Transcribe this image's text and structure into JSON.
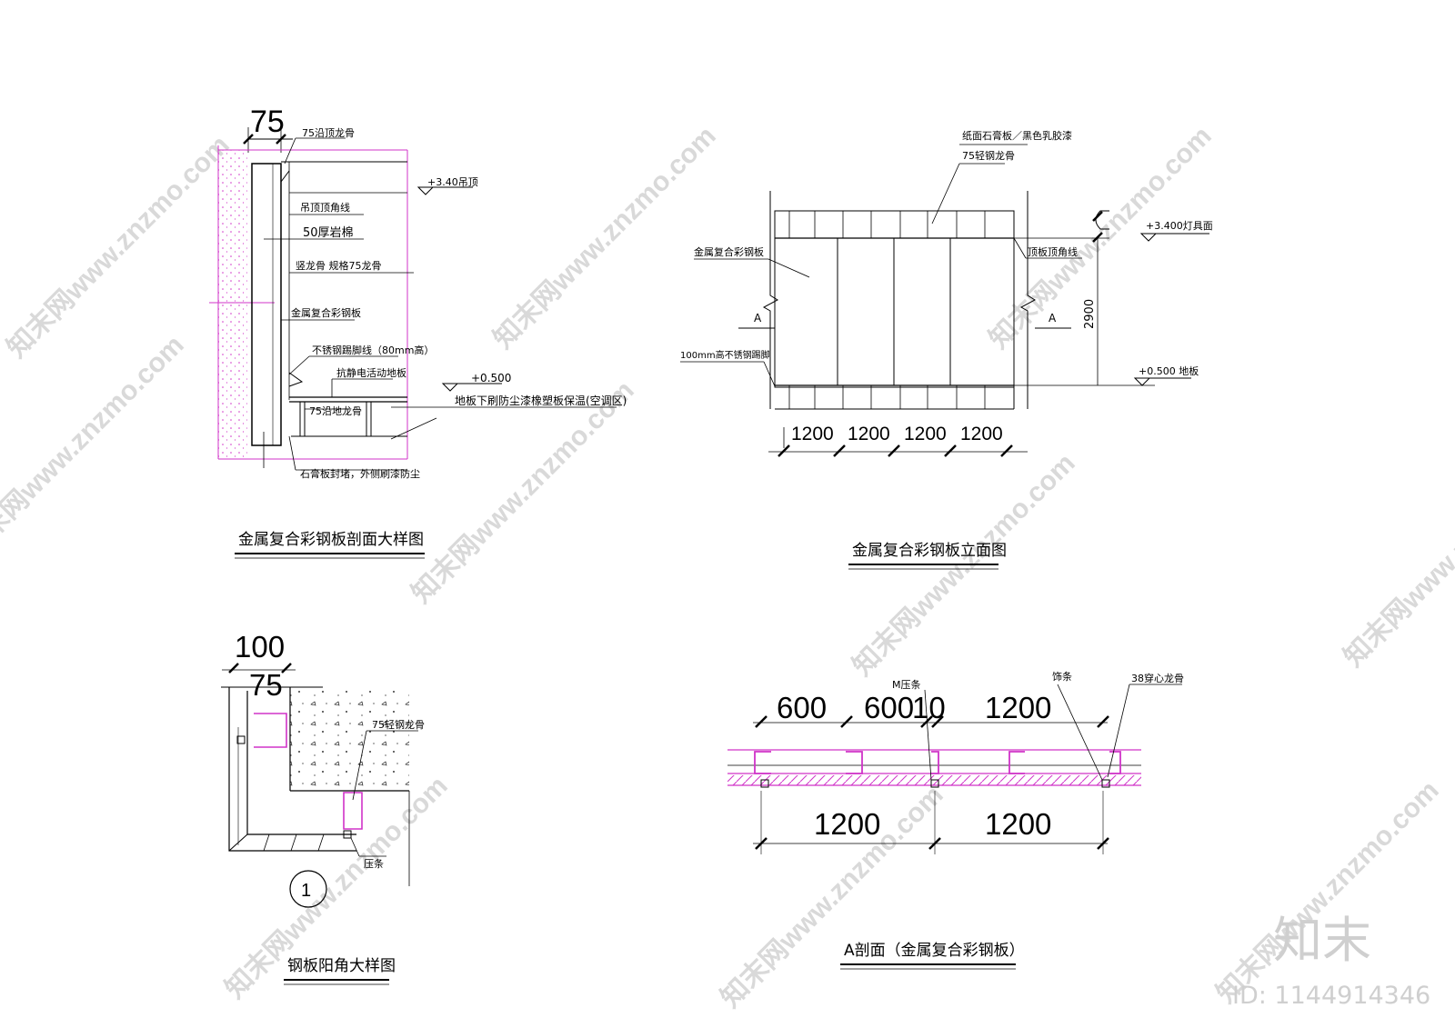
{
  "watermark": {
    "text": "知末网www.znzmo.com",
    "brand": "知末",
    "id_label": "ID: 1144914346"
  },
  "colors": {
    "line": "#000000",
    "accent": "#d033c8",
    "watermark": "#d9d9d9"
  },
  "section_detail": {
    "title": "金属复合彩钢板剖面大样图",
    "dim_75": "75",
    "labels": {
      "ceiling_keel": "75沿顶龙骨",
      "ceiling_level": "+3.40吊顶",
      "corner_line": "吊顶顶角线",
      "rock_wool": "50厚岩棉",
      "stud": "竖龙骨  规格75龙骨",
      "panel": "金属复合彩钢板",
      "skirting": "不锈钢踢脚线（80mm高）",
      "raised_floor": "抗静电活动地板",
      "floor_level": "+0.500",
      "floor_note": "地板下刷防尘漆橡塑板保温(空调区)",
      "floor_keel": "75沿地龙骨",
      "gypsum_seal": "石膏板封堵，外侧刷漆防尘"
    }
  },
  "elevation": {
    "title": "金属复合彩钢板立面图",
    "labels": {
      "gypsum": "纸面石膏板／黑色乳胶漆",
      "keel": "75轻钢龙骨",
      "light_level": "+3.400灯具面",
      "panel": "金属复合彩钢板",
      "corner_line": "顶板顶角线",
      "section_a_left": "A",
      "section_a_right": "A",
      "height": "2900",
      "floor_level": "+0.500 地板",
      "skirting": "100mm高不锈钢踢脚"
    },
    "spans": [
      "1200",
      "1200",
      "1200",
      "1200"
    ]
  },
  "corner_detail": {
    "title": "钢板阳角大样图",
    "dim_100": "100",
    "dim_75": "75",
    "keel": "75轻钢龙骨",
    "strip": "压条",
    "callout": "1"
  },
  "section_a": {
    "title": "A剖面（金属复合彩钢板）",
    "top_dims": [
      "600",
      "600",
      "10",
      "1200"
    ],
    "bottom_dims": [
      "1200",
      "1200"
    ],
    "m_strip": "M压条",
    "trim": "饰条",
    "keel": "38穿心龙骨"
  }
}
